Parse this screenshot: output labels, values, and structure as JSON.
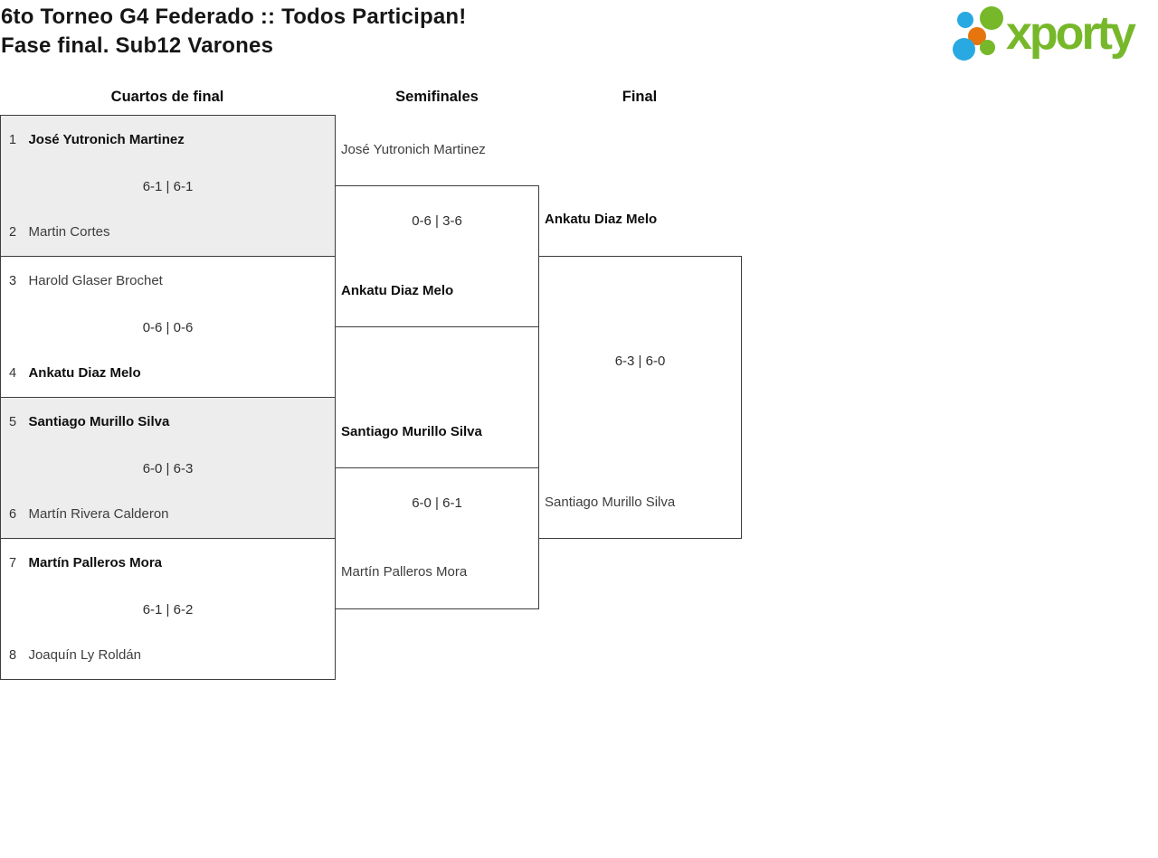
{
  "header": {
    "title_line1": "6to Torneo G4 Federado :: Todos Participan!",
    "title_line2": "Fase final. Sub12 Varones",
    "logo_text": "xporty"
  },
  "colors": {
    "logo_green": "#76b82a",
    "logo_blue": "#29a9e1",
    "logo_orange": "#e6750e",
    "box_shaded": "#ededed",
    "box_border": "#3d3d3d"
  },
  "rounds": [
    "Cuartos de final",
    "Semifinales",
    "Final"
  ],
  "qf": [
    {
      "s1": "1",
      "p1": "José Yutronich Martinez",
      "p1w": true,
      "score": "6-1 | 6-1",
      "s2": "2",
      "p2": "Martin Cortes",
      "p2w": false
    },
    {
      "s1": "3",
      "p1": "Harold Glaser Brochet",
      "p1w": false,
      "score": "0-6 | 0-6",
      "s2": "4",
      "p2": "Ankatu Diaz Melo",
      "p2w": true
    },
    {
      "s1": "5",
      "p1": "Santiago Murillo Silva",
      "p1w": true,
      "score": "6-0 | 6-3",
      "s2": "6",
      "p2": "Martín Rivera Calderon",
      "p2w": false
    },
    {
      "s1": "7",
      "p1": "Martín Palleros Mora",
      "p1w": true,
      "score": "6-1 | 6-2",
      "s2": "8",
      "p2": "Joaquín Ly Roldán",
      "p2w": false
    }
  ],
  "sf": [
    {
      "p1": "José Yutronich Martinez",
      "p1w": false,
      "score": "0-6 | 3-6",
      "p2": "Ankatu Diaz Melo",
      "p2w": true
    },
    {
      "p1": "Santiago Murillo Silva",
      "p1w": true,
      "score": "6-0 | 6-1",
      "p2": "Martín Palleros Mora",
      "p2w": false
    }
  ],
  "final": {
    "p1": "Ankatu Diaz Melo",
    "p1w": true,
    "score": "6-3 | 6-0",
    "p2": "Santiago Murillo Silva",
    "p2w": false
  }
}
